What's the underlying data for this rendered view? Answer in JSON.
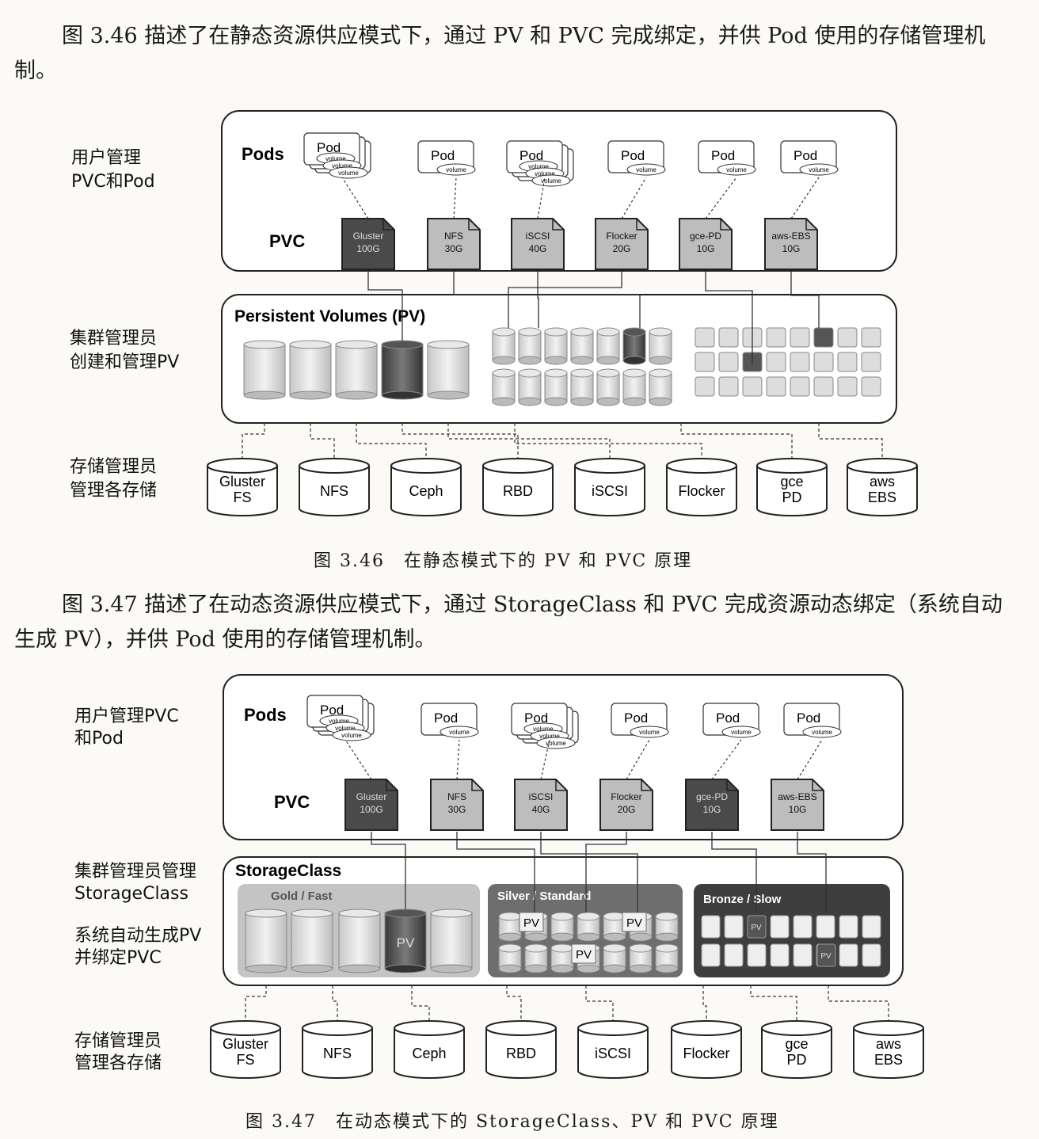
{
  "para1": "图 3.46 描述了在静态资源供应模式下，通过 PV 和 PVC 完成绑定，并供 Pod 使用的存储管理机制。",
  "fig1": {
    "side_user": [
      "用户管理",
      "PVC和Pod"
    ],
    "side_admin": [
      "集群管理员",
      "创建和管理PV"
    ],
    "side_storage": [
      "存储管理员",
      "管理各存储"
    ],
    "pods_label": "Pods",
    "pvc_label": "PVC",
    "pv_title": "Persistent Volumes (PV)",
    "pod_label": "Pod",
    "volume_label": "volume",
    "pvcs": [
      [
        "Gluster",
        "100G"
      ],
      [
        "NFS",
        "30G"
      ],
      [
        "iSCSI",
        "40G"
      ],
      [
        "Flocker",
        "20G"
      ],
      [
        "gce-PD",
        "10G"
      ],
      [
        "aws-EBS",
        "10G"
      ]
    ],
    "storages": [
      [
        "Gluster",
        "FS"
      ],
      [
        "NFS"
      ],
      [
        "Ceph"
      ],
      [
        "RBD"
      ],
      [
        "iSCSI"
      ],
      [
        "Flocker"
      ],
      [
        "gce",
        "PD"
      ],
      [
        "aws",
        "EBS"
      ]
    ]
  },
  "caption1": "图 3.46　在静态模式下的 PV 和 PVC 原理",
  "para2": "图 3.47 描述了在动态资源供应模式下，通过 StorageClass 和 PVC 完成资源动态绑定（系统自动生成 PV），并供 Pod 使用的存储管理机制。",
  "fig2": {
    "side_user": [
      "用户管理PVC",
      "和Pod"
    ],
    "side_admin": [
      "集群管理员管理",
      "StorageClass"
    ],
    "side_auto": [
      "系统自动生成PV",
      "并绑定PVC"
    ],
    "side_storage": [
      "存储管理员",
      "管理各存储"
    ],
    "pods_label": "Pods",
    "pvc_label": "PVC",
    "sc_title": "StorageClass",
    "gold_label": "Gold / Fast",
    "silver_label": "Silver / Standard",
    "bronze_label": "Bronze / Slow",
    "pv_label": "PV",
    "pod_label": "Pod",
    "volume_label": "volume",
    "pvcs": [
      [
        "Gluster",
        "100G"
      ],
      [
        "NFS",
        "30G"
      ],
      [
        "iSCSI",
        "40G"
      ],
      [
        "Flocker",
        "20G"
      ],
      [
        "gce-PD",
        "10G"
      ],
      [
        "aws-EBS",
        "10G"
      ]
    ],
    "storages": [
      [
        "Gluster",
        "FS"
      ],
      [
        "NFS"
      ],
      [
        "Ceph"
      ],
      [
        "RBD"
      ],
      [
        "iSCSI"
      ],
      [
        "Flocker"
      ],
      [
        "gce",
        "PD"
      ],
      [
        "aws",
        "EBS"
      ]
    ]
  },
  "caption2": "图 3.47　在动态模式下的 StorageClass、PV 和 PVC 原理"
}
